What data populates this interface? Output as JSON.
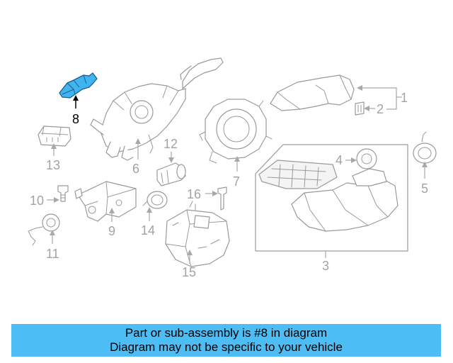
{
  "diagram": {
    "highlighted_callout": "8",
    "highlight_color": "#3fb4f0",
    "callouts": {
      "c1": "1",
      "c2": "2",
      "c3": "3",
      "c4": "4",
      "c5": "5",
      "c6": "6",
      "c7": "7",
      "c8": "8",
      "c9": "9",
      "c10": "10",
      "c11": "11",
      "c12": "12",
      "c13": "13",
      "c14": "14",
      "c15": "15",
      "c16": "16"
    }
  },
  "banner": {
    "line1": "Part or sub-assembly is #8 in diagram",
    "line2": "Diagram may not be specific to your vehicle",
    "background": "#4cbdf5"
  }
}
